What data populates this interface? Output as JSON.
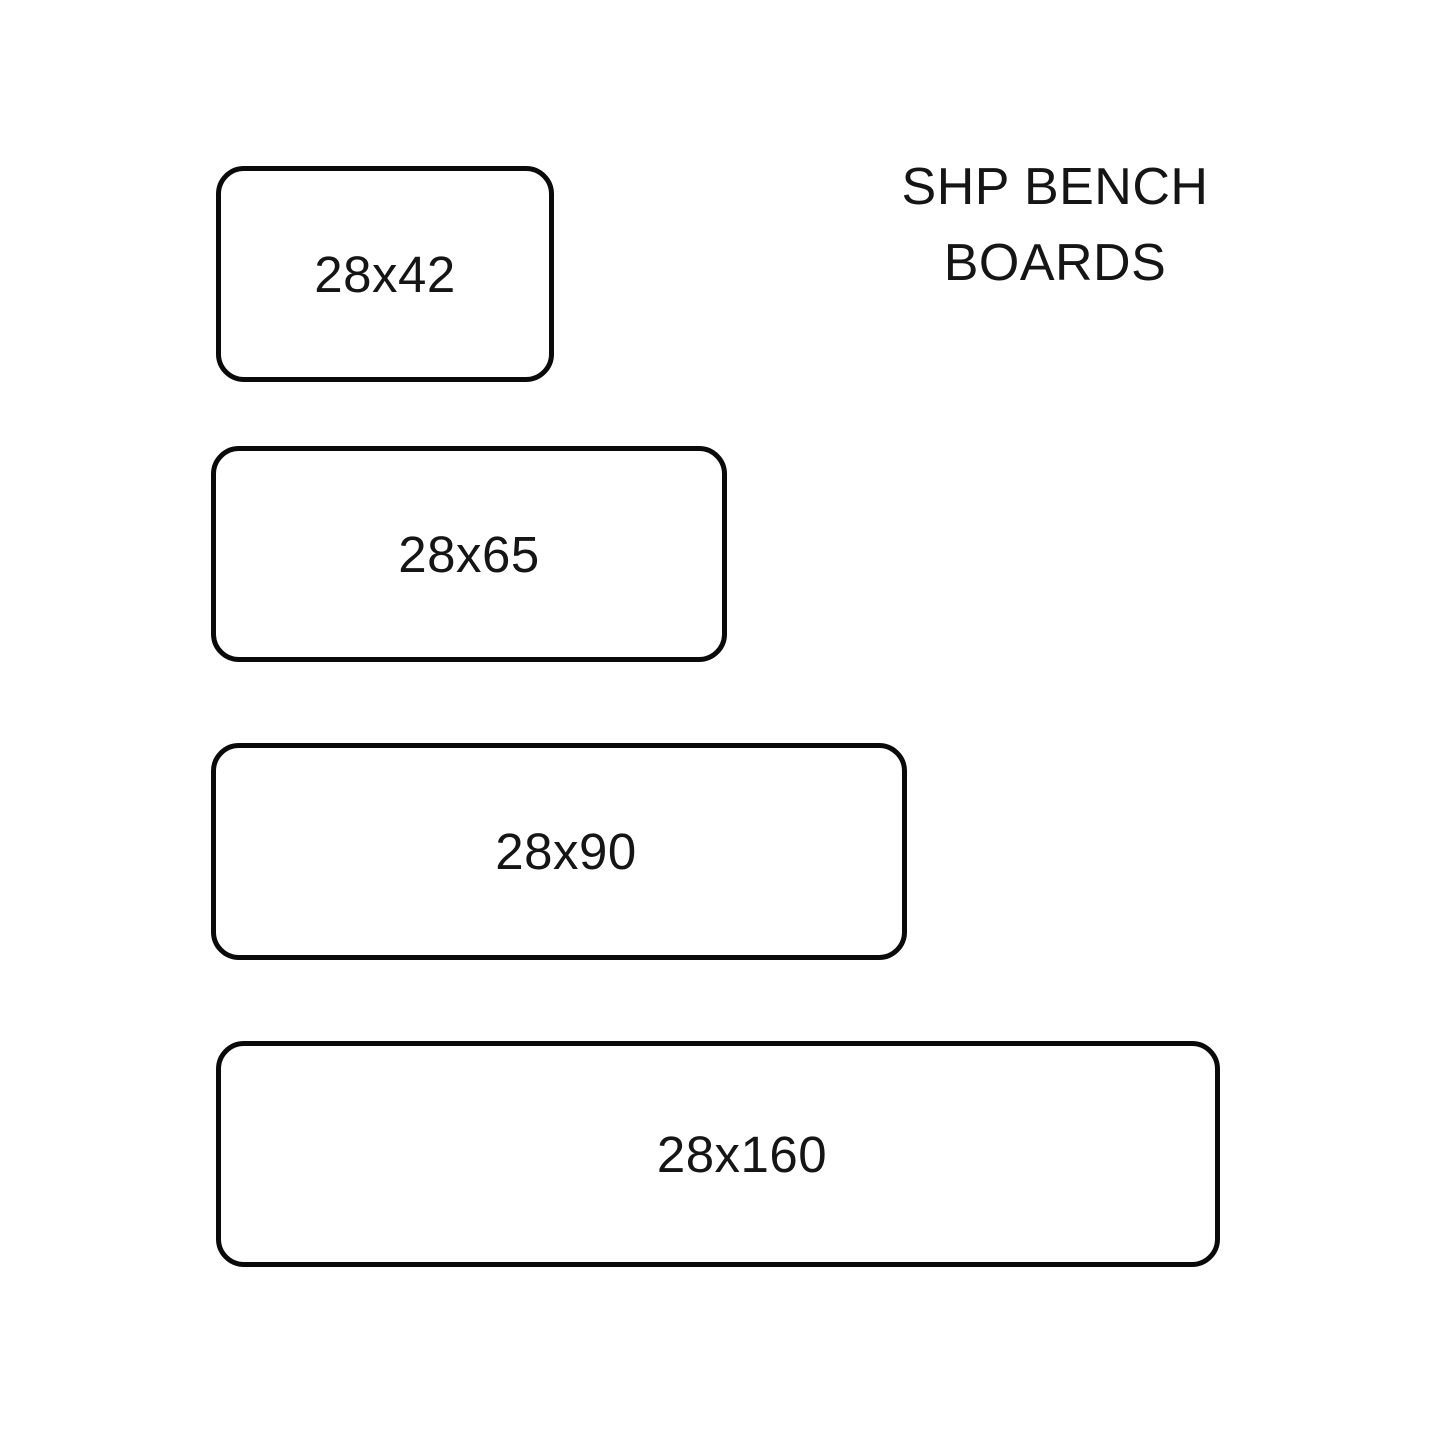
{
  "title": {
    "full": "SHP BENCH BOARDS",
    "line1": "SHP BENCH",
    "line2": "BOARDS"
  },
  "boards": [
    {
      "label": "28x42"
    },
    {
      "label": "28x65"
    },
    {
      "label": "28x90"
    },
    {
      "label": "28x160"
    }
  ],
  "colors": {
    "stroke": "#0a0a0a",
    "text": "#151515",
    "background": "#ffffff"
  }
}
